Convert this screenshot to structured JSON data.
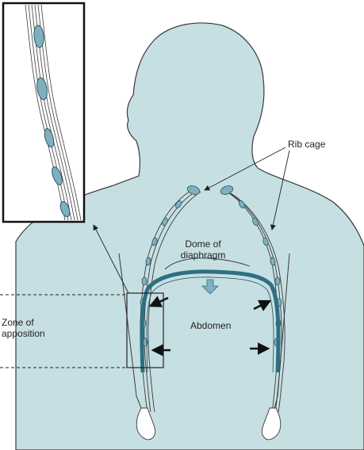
{
  "labels": {
    "rib_cage": "Rib cage",
    "dome": "Dome of diaphragm",
    "abdomen": "Abdomen",
    "zone": "Zone of apposition"
  },
  "colors": {
    "body_fill": "#c6dfe3",
    "outline": "#3a3a3a",
    "diaphragm": "#2e6f82",
    "rib_fill": "#7fb0bf"
  }
}
